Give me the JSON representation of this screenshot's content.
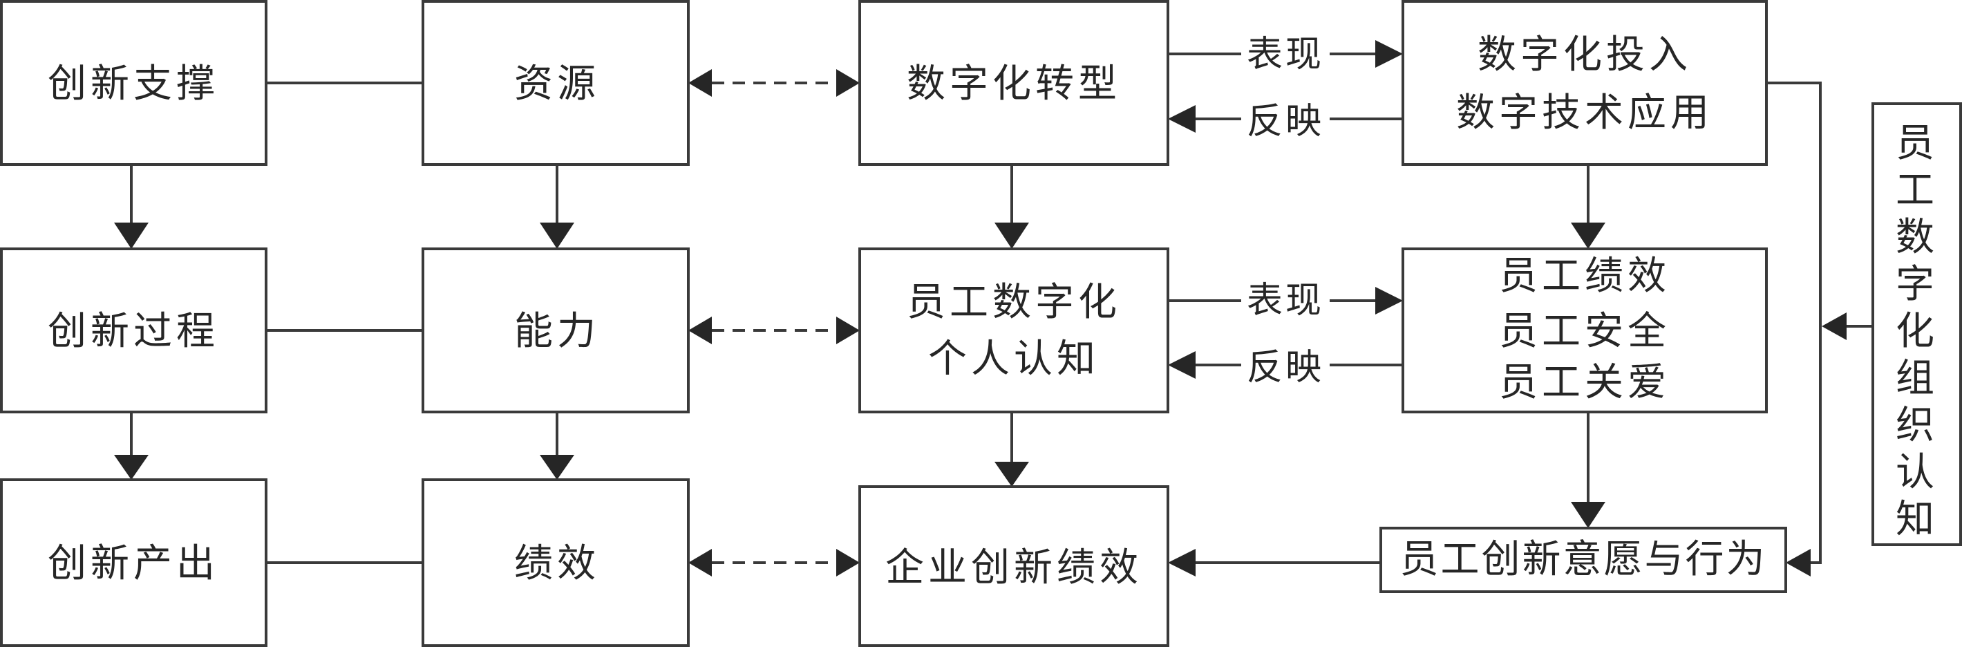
{
  "nodes": {
    "innovation_support": "创新支撑",
    "innovation_process": "创新过程",
    "innovation_output": "创新产出",
    "resources": "资源",
    "capability": "能力",
    "performance": "绩效",
    "digital_transformation": "数字化转型",
    "employee_cognition": [
      "员工数字化",
      "个人认知"
    ],
    "enterprise_innovation_performance": "企业创新绩效",
    "digital_investment": [
      "数字化投入",
      "数字技术应用"
    ],
    "employee_outcomes": [
      "员工绩效",
      "员工安全",
      "员工关爱"
    ],
    "innovation_intention": "员工创新意愿与行为",
    "org_cognition": [
      "员",
      "工",
      "数",
      "字",
      "化",
      "组",
      "织",
      "认",
      "知"
    ]
  },
  "edges": {
    "top_forward": "表现",
    "top_back": "反映",
    "mid_forward": "表现",
    "mid_back": "反映"
  }
}
